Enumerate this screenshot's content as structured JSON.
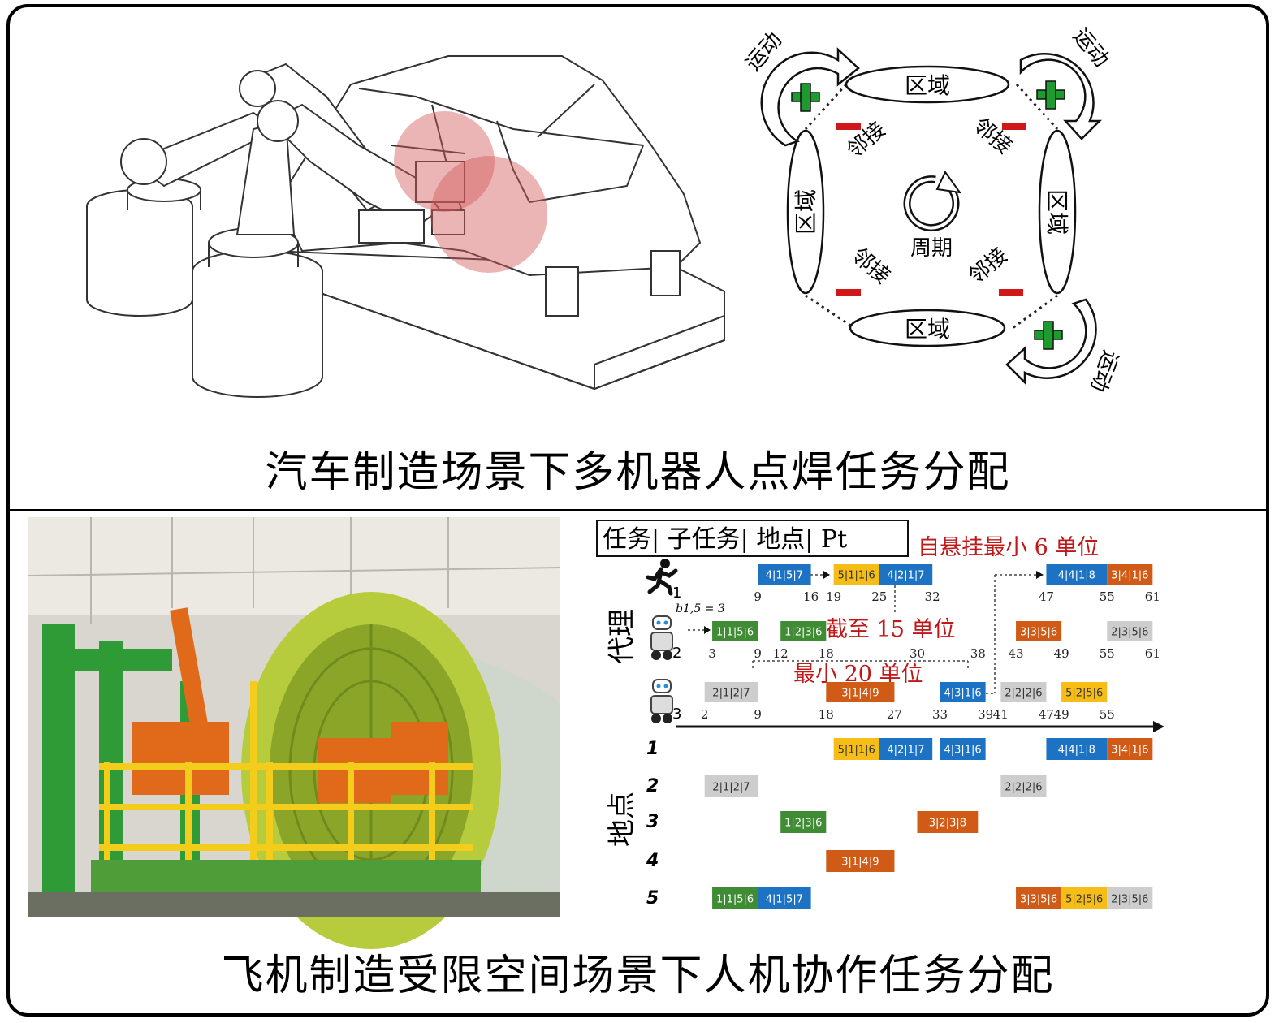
{
  "top": {
    "caption": "汽车制造场景下多机器人点焊任务分配",
    "diagram": {
      "region_label": "区域",
      "adjacent_label": "邻接",
      "motion_label": "运动",
      "cycle_label": "周期"
    }
  },
  "bottom": {
    "caption": "飞机制造受限空间场景下人机协作任务分配",
    "legend": "任务| 子任务| 地点| Pt",
    "agent_axis_label": "代理",
    "location_axis_label": "地点",
    "annotations": {
      "self_suspend": "自悬挂最小 6 单位",
      "deadline": "截至 15 单位",
      "min20": "最小 20 单位",
      "b15": "b1,5 = 3"
    },
    "colors": {
      "blue": "#1c73c3",
      "yellow": "#f5bd16",
      "green": "#3f8c35",
      "orange": "#cf5b16",
      "gray": "#cdcdcd",
      "red_text": "#c01818"
    },
    "agents": [
      {
        "id": "1",
        "type": "human",
        "tasks": [
          {
            "label": "4|1|5|7",
            "color": "blue",
            "start": 9,
            "end": 16
          },
          {
            "label": "5|1|1|6",
            "color": "yellow",
            "start": 19,
            "end": 25
          },
          {
            "label": "4|2|1|7",
            "color": "blue",
            "start": 25,
            "end": 32
          },
          {
            "label": "4|4|1|8",
            "color": "blue",
            "start": 47,
            "end": 55
          },
          {
            "label": "3|4|1|6",
            "color": "orange",
            "start": 55,
            "end": 61
          }
        ],
        "ticks": [
          "9",
          "16",
          "19",
          "25",
          "32",
          "47",
          "55",
          "61"
        ]
      },
      {
        "id": "2",
        "type": "robot",
        "tasks": [
          {
            "label": "1|1|5|6",
            "color": "green",
            "start": 3,
            "end": 9
          },
          {
            "label": "1|2|3|6",
            "color": "green",
            "start": 12,
            "end": 18
          },
          {
            "label": "3|3|5|6",
            "color": "orange",
            "start": 43,
            "end": 49
          },
          {
            "label": "2|3|5|6",
            "color": "gray",
            "start": 55,
            "end": 61
          }
        ],
        "ticks": [
          "3",
          "9",
          "12",
          "18",
          "30",
          "38",
          "43",
          "49",
          "55",
          "61"
        ]
      },
      {
        "id": "3",
        "type": "robot",
        "tasks": [
          {
            "label": "2|1|2|7",
            "color": "gray",
            "start": 2,
            "end": 9
          },
          {
            "label": "3|1|4|9",
            "color": "orange",
            "start": 18,
            "end": 27
          },
          {
            "label": "4|3|1|6",
            "color": "blue",
            "start": 33,
            "end": 39
          },
          {
            "label": "2|2|2|6",
            "color": "gray",
            "start": 41,
            "end": 47
          },
          {
            "label": "5|2|5|6",
            "color": "yellow",
            "start": 49,
            "end": 55
          }
        ],
        "ticks": [
          "2",
          "9",
          "18",
          "27",
          "33",
          "39",
          "41",
          "47",
          "49",
          "55"
        ]
      }
    ],
    "locations": [
      {
        "id": "1",
        "tasks": [
          {
            "label": "5|1|1|6",
            "color": "yellow",
            "start": 19,
            "end": 25
          },
          {
            "label": "4|2|1|7",
            "color": "blue",
            "start": 25,
            "end": 32
          },
          {
            "label": "4|3|1|6",
            "color": "blue",
            "start": 33,
            "end": 39
          },
          {
            "label": "4|4|1|8",
            "color": "blue",
            "start": 47,
            "end": 55
          },
          {
            "label": "3|4|1|6",
            "color": "orange",
            "start": 55,
            "end": 61
          }
        ]
      },
      {
        "id": "2",
        "tasks": [
          {
            "label": "2|1|2|7",
            "color": "gray",
            "start": 2,
            "end": 9
          },
          {
            "label": "2|2|2|6",
            "color": "gray",
            "start": 41,
            "end": 47
          }
        ]
      },
      {
        "id": "3",
        "tasks": [
          {
            "label": "1|2|3|6",
            "color": "green",
            "start": 12,
            "end": 18
          },
          {
            "label": "3|2|3|8",
            "color": "orange",
            "start": 30,
            "end": 38
          }
        ]
      },
      {
        "id": "4",
        "tasks": [
          {
            "label": "3|1|4|9",
            "color": "orange",
            "start": 18,
            "end": 27
          }
        ]
      },
      {
        "id": "5",
        "tasks": [
          {
            "label": "1|1|5|6",
            "color": "green",
            "start": 3,
            "end": 9
          },
          {
            "label": "4|1|5|7",
            "color": "blue",
            "start": 9,
            "end": 16
          },
          {
            "label": "3|3|5|6",
            "color": "orange",
            "start": 43,
            "end": 49
          },
          {
            "label": "5|2|5|6",
            "color": "yellow",
            "start": 49,
            "end": 55
          },
          {
            "label": "2|3|5|6",
            "color": "gray",
            "start": 55,
            "end": 61
          }
        ]
      }
    ]
  }
}
